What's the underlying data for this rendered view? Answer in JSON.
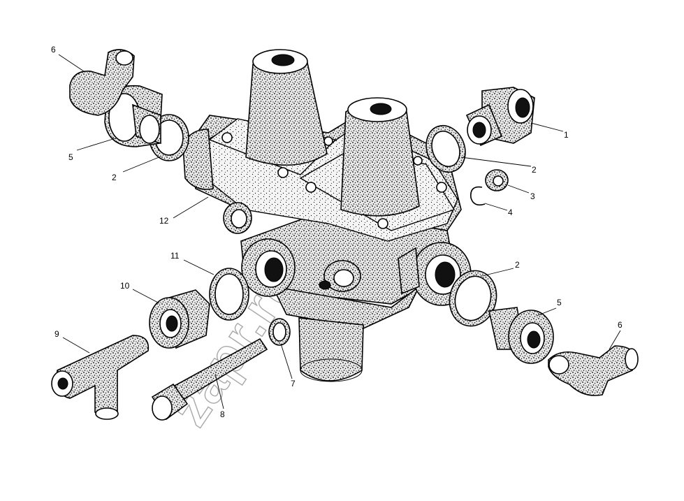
{
  "watermark": "zapr.ru",
  "callouts": [
    {
      "id": "c1",
      "label": "1"
    },
    {
      "id": "c2a",
      "label": "2"
    },
    {
      "id": "c2b",
      "label": "2"
    },
    {
      "id": "c2c",
      "label": "2"
    },
    {
      "id": "c3",
      "label": "3"
    },
    {
      "id": "c4",
      "label": "4"
    },
    {
      "id": "c5a",
      "label": "5"
    },
    {
      "id": "c5b",
      "label": "5"
    },
    {
      "id": "c6a",
      "label": "6"
    },
    {
      "id": "c6b",
      "label": "6"
    },
    {
      "id": "c7",
      "label": "7"
    },
    {
      "id": "c8",
      "label": "8"
    },
    {
      "id": "c9",
      "label": "9"
    },
    {
      "id": "c10",
      "label": "10"
    },
    {
      "id": "c11",
      "label": "11"
    },
    {
      "id": "c12",
      "label": "12"
    }
  ]
}
